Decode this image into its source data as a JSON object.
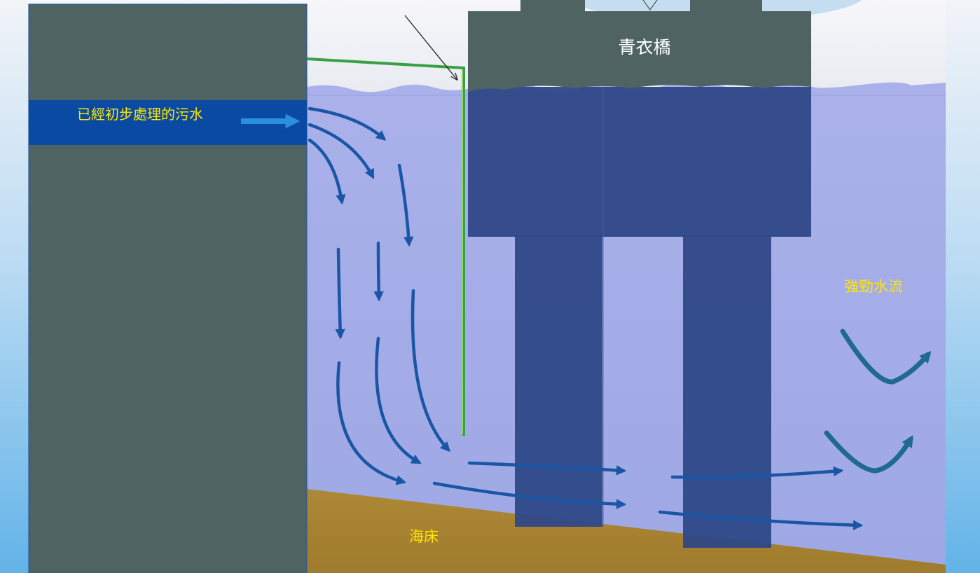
{
  "labels": {
    "bridge": "青衣橋",
    "sewage": "已經初步處理的污水",
    "current": "強勁水流",
    "seabed": "海床"
  },
  "colors": {
    "sky": "#eef2f8",
    "water": "#a6aee8",
    "tower": "#4f6363",
    "seabed": "#a98433",
    "bridge_underwater": "#2f4a87",
    "outlet": "#0b4aa2",
    "flow_arrow": "#1a56a6",
    "current_arrow": "#1f6a8e",
    "pointer_line": "#3aa045",
    "label_yellow": "#ffe600",
    "label_white": "#ffffff"
  }
}
